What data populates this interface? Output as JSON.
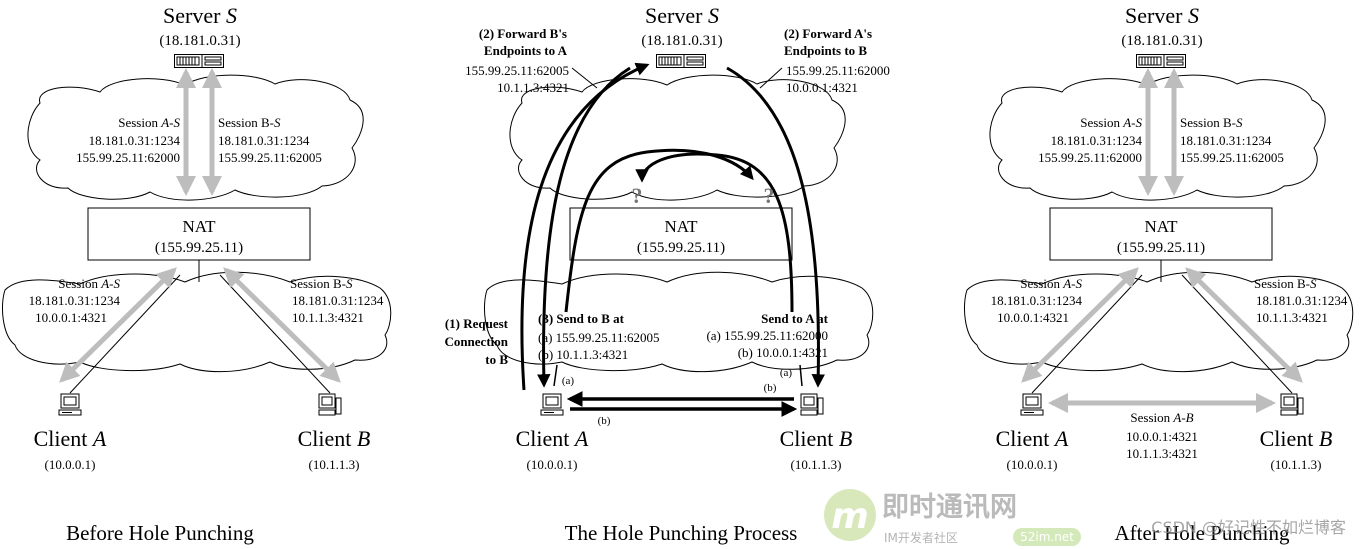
{
  "server": {
    "label": "Server",
    "var": "S",
    "ip": "(18.181.0.31)"
  },
  "nat": {
    "label": "NAT",
    "ip": "(155.99.25.11)"
  },
  "client_a": {
    "label": "Client",
    "var": "A",
    "ip": "(10.0.0.1)"
  },
  "client_b": {
    "label": "Client",
    "var": "B",
    "ip": "(10.1.1.3)"
  },
  "session_as": {
    "pre": "Session ",
    "name": "A-S",
    "line1": "18.181.0.31:1234",
    "line2": "155.99.25.11:62000"
  },
  "session_bs": {
    "pre": "Session B-",
    "name": "S",
    "line1": "18.181.0.31:1234",
    "line2": "155.99.25.11:62005"
  },
  "session_as_lan": {
    "pre": "Session ",
    "name": "A-S",
    "line1": "18.181.0.31:1234",
    "line2": "10.0.0.1:4321"
  },
  "session_bs_lan": {
    "pre": "Session B-",
    "name": "S",
    "line1": "18.181.0.31:1234",
    "line2": "10.1.1.3:4321"
  },
  "session_ab": {
    "pre": "Session ",
    "name": "A-B",
    "line1": "10.0.0.1:4321",
    "line2": "10.1.1.3:4321"
  },
  "captions": {
    "before": "Before Hole Punching",
    "process": "The Hole Punching Process",
    "after": "After Hole Punching"
  },
  "process": {
    "fwd_b_l1": "(2) Forward B's",
    "fwd_b_l2": "Endpoints to A",
    "fwd_b_ep1": "155.99.25.11:62005",
    "fwd_b_ep2": "10.1.1.3:4321",
    "fwd_a_l1": "(2) Forward A's",
    "fwd_a_l2": "Endpoints to B",
    "fwd_a_ep1": "155.99.25.11:62000",
    "fwd_a_ep2": "10.0.0.1:4321",
    "req_l1": "(1) Request",
    "req_l2": "Connection",
    "req_l3": "to B",
    "send_b_title": "(3) Send to B at",
    "send_b_a": "(a) 155.99.25.11:62005",
    "send_b_b": "(b) 10.1.1.3:4321",
    "send_a_title": "Send to A at",
    "send_a_a": "(a) 155.99.25.11:62000",
    "send_a_b": "(b) 10.0.0.1:4321",
    "tag_a": "(a)",
    "tag_b": "(b)",
    "question": "?"
  },
  "watermark": {
    "logo_letter": "m",
    "site_cn": "即时通讯网",
    "site_sub": "IM开发者社区",
    "site_url": "52im.net",
    "credit": "CSDN @好记性不如烂博客"
  },
  "colors": {
    "ink": "#000000",
    "gray_arrow": "#bdbdbd",
    "question": "#777777",
    "logo": "#a0c95a"
  }
}
